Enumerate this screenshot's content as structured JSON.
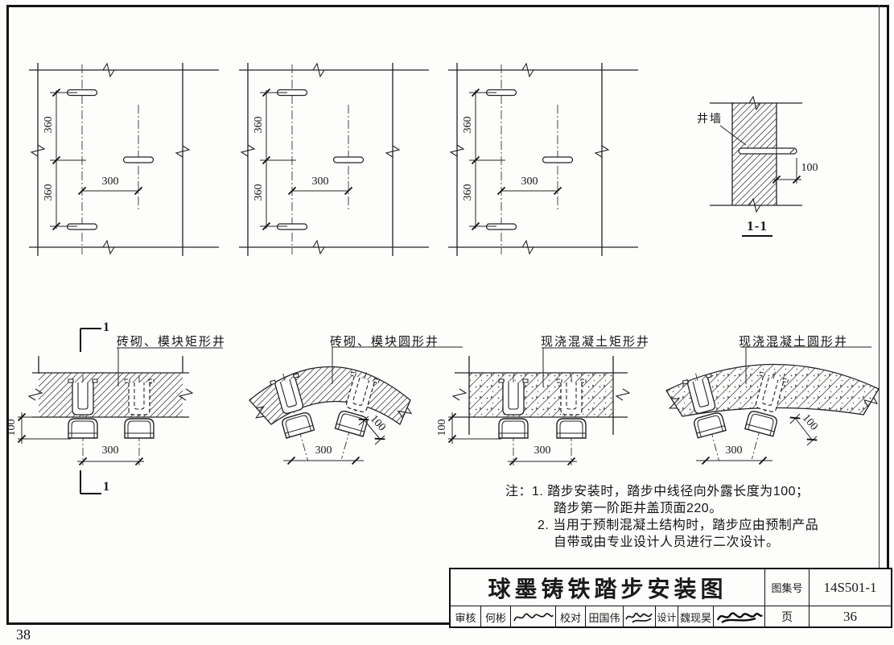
{
  "page": {
    "folio_number": "38"
  },
  "plan_views": {
    "dim_vertical_upper": "360",
    "dim_vertical_lower": "360",
    "dim_horizontal": "300"
  },
  "section_1_1": {
    "wall_label": "井墙",
    "dim_protrusion": "100",
    "title": "1-1"
  },
  "details": [
    {
      "label": "砖砌、模块矩形井",
      "dim_protrusion": "100",
      "dim_spacing": "300",
      "cut_mark": "1"
    },
    {
      "label": "砖砌、模块圆形井",
      "dim_protrusion": "100",
      "dim_spacing": "300"
    },
    {
      "label": "现浇混凝土矩形井",
      "dim_protrusion": "100",
      "dim_spacing": "300"
    },
    {
      "label": "现浇混凝土圆形井",
      "dim_protrusion": "100",
      "dim_spacing": "300"
    }
  ],
  "notes": {
    "line1": "注：1. 踏步安装时，踏步中线径向外露长度为100；",
    "line2": "踏步第一阶距井盖顶面220。",
    "line3": "2. 当用于预制混凝土结构时，踏步应由预制产品",
    "line4": "自带或由专业设计人员进行二次设计。"
  },
  "title_block": {
    "drawing_title": "球墨铸铁踏步安装图",
    "atlas_no_label": "图集号",
    "atlas_no": "14S501-1",
    "review_label": "审核",
    "review_name": "何彬",
    "check_label": "校对",
    "check_name": "田国伟",
    "design_label": "设计",
    "design_name": "魏现昊",
    "page_label": "页",
    "page_no": "36"
  }
}
